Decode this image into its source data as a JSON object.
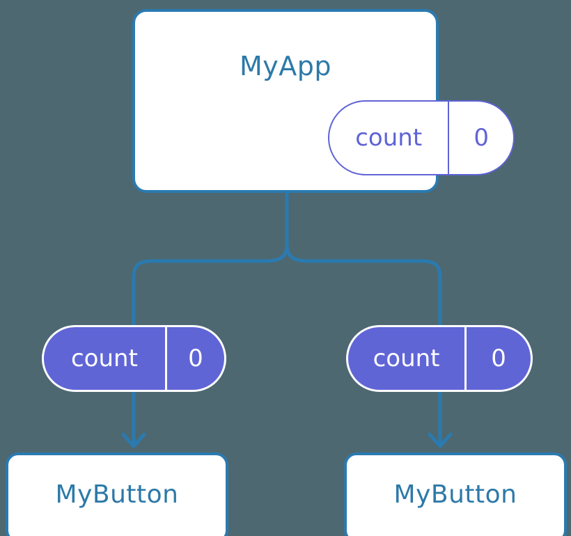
{
  "diagram": {
    "title_text_hidden": "",
    "background_color": "#4d6870",
    "accent_blue": "#2b7ab0",
    "accent_purple": "#6065d6",
    "text_blue": "#2d79a8"
  },
  "root": {
    "name": "MyApp",
    "state": {
      "key": "count",
      "value": "0"
    }
  },
  "children": [
    {
      "state": {
        "key": "count",
        "value": "0"
      },
      "component": {
        "name": "MyButton"
      }
    },
    {
      "state": {
        "key": "count",
        "value": "0"
      },
      "component": {
        "name": "MyButton"
      }
    }
  ]
}
